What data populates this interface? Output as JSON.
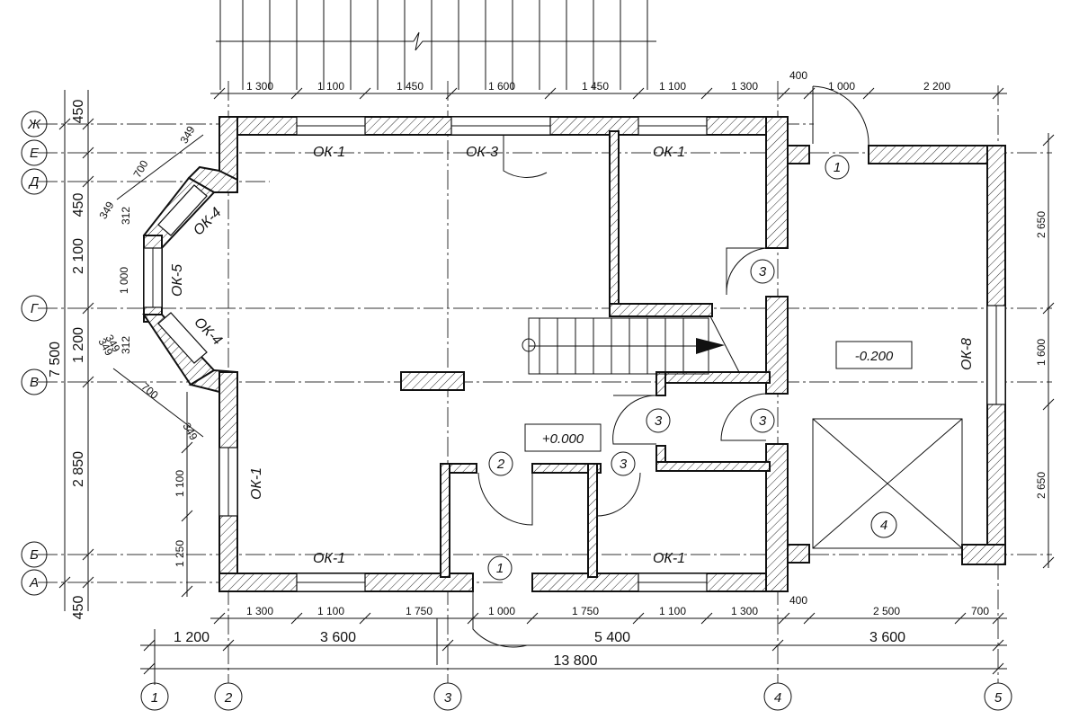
{
  "axes_letters": [
    "Ж",
    "Е",
    "Д",
    "Г",
    "В",
    "Б",
    "А"
  ],
  "axes_numbers": [
    "1",
    "2",
    "3",
    "4",
    "5"
  ],
  "dims_top": [
    "1 300",
    "1 100",
    "1 450",
    "1 600",
    "1 450",
    "1 100",
    "1 300",
    "400",
    "1 000",
    "2 200"
  ],
  "dims_bottom_inner": [
    "1 300",
    "1 100",
    "1 750",
    "1 000",
    "1 750",
    "1 100",
    "1 300",
    "400",
    "2 500",
    "700"
  ],
  "dims_bottom_axes": [
    "1 200",
    "3 600",
    "5 400",
    "3 600"
  ],
  "dim_total": "13 800",
  "dims_left_outer": [
    "450",
    "450",
    "2 100",
    "1 200",
    "2 850",
    "450"
  ],
  "dim_left_total": "7 500",
  "dims_left_inner": [
    "1 000",
    "1 100",
    "1 250"
  ],
  "dims_bay": [
    "349",
    "700",
    "349",
    "312",
    "312",
    "349",
    "700",
    "349",
    "349"
  ],
  "dims_right": [
    "2 650",
    "1 600",
    "2 650"
  ],
  "window_labels": [
    "ОК-1",
    "ОК-3",
    "ОК-1",
    "ОК-4",
    "ОК-5",
    "ОК-4",
    "ОК-1",
    "ОК-1",
    "ОК-1",
    "ОК-8"
  ],
  "door_marks": [
    "1",
    "3",
    "3",
    "3",
    "2",
    "3",
    "1",
    "4"
  ],
  "levels": [
    "-0.200",
    "+0.000"
  ],
  "icons": [
    "staircase-icon",
    "arrow-direction-icon",
    "opening-cross-icon"
  ]
}
